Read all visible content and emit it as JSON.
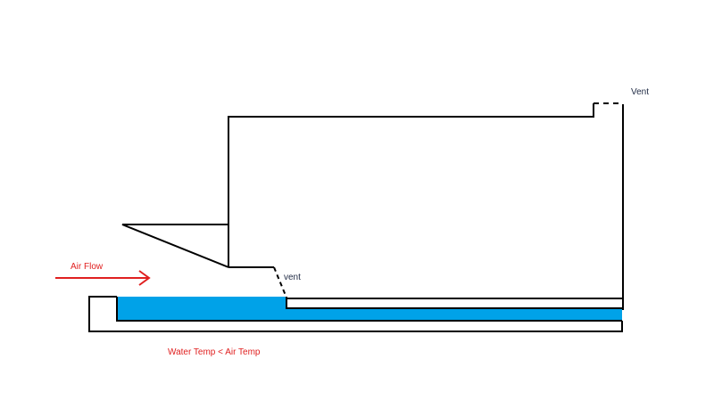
{
  "labels": {
    "top_vent": "Vent",
    "mid_vent": "vent",
    "air_flow": "Air Flow",
    "water_temp": "Water Temp < Air Temp"
  },
  "colors": {
    "outline": "#000000",
    "water": "#00a2e8",
    "arrow": "#e02020",
    "text_dark": "#1f2a44",
    "text_red": "#e02020"
  }
}
